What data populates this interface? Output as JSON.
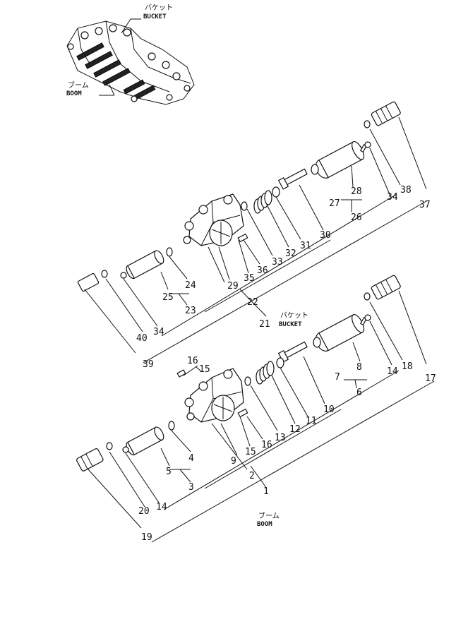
{
  "captions": {
    "top_bucket_jp": "バケット",
    "top_bucket_en": "BUCKET",
    "top_boom_jp": "ブーム",
    "top_boom_en": "BOOM",
    "mid_bucket_jp": "バケット",
    "mid_bucket_en": "BUCKET",
    "bottom_boom_jp": "ブーム",
    "bottom_boom_en": "BOOM"
  },
  "labels_upper": [
    "38",
    "37",
    "34",
    "28",
    "27",
    "26",
    "30",
    "31",
    "32",
    "33",
    "36",
    "35",
    "29",
    "22",
    "21",
    "24",
    "25",
    "23",
    "34",
    "40",
    "39"
  ],
  "labels_lower": [
    "16",
    "15",
    "18",
    "17",
    "14",
    "8",
    "7",
    "6",
    "10",
    "11",
    "12",
    "13",
    "16",
    "15",
    "9",
    "2",
    "1",
    "4",
    "5",
    "3",
    "14",
    "20",
    "19"
  ]
}
